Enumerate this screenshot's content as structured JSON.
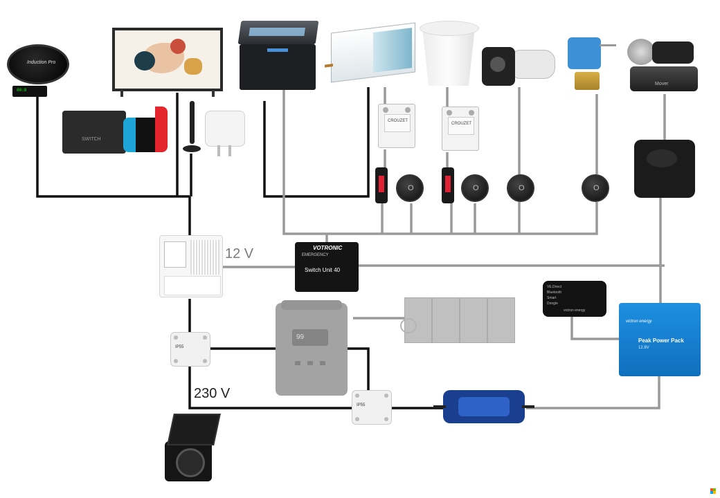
{
  "labels": {
    "v12": "12 V",
    "v230": "230 V"
  },
  "devices": {
    "hob": {
      "brand": "Induction Pro",
      "display": "88:8"
    },
    "switch_console": {
      "brand": "SWITCH"
    },
    "votronic": {
      "brand": "VOTRONIC",
      "model": "Switch Unit 40",
      "mode": "EMERGENCY"
    },
    "power_station": {
      "display": "99"
    },
    "victron_dongle": {
      "lines": [
        "VE.Direct",
        "Bluetooth",
        "Smart",
        "Dongle"
      ],
      "brand": "victron energy"
    },
    "peak_power_pack": {
      "brand": "victron energy",
      "title": "Peak Power Pack",
      "sub": "12.8V"
    },
    "mover": {
      "brand": "Mover"
    },
    "ssr": {
      "brand": "CROUZET"
    },
    "junction": {
      "rating": "IP55"
    },
    "rocker": {
      "symbol": "O"
    }
  },
  "colors": {
    "wire_12v": "#111111",
    "wire_control": "#9a9a9a",
    "victron_blue": "#1e8fe0",
    "votronic_black": "#141414"
  }
}
